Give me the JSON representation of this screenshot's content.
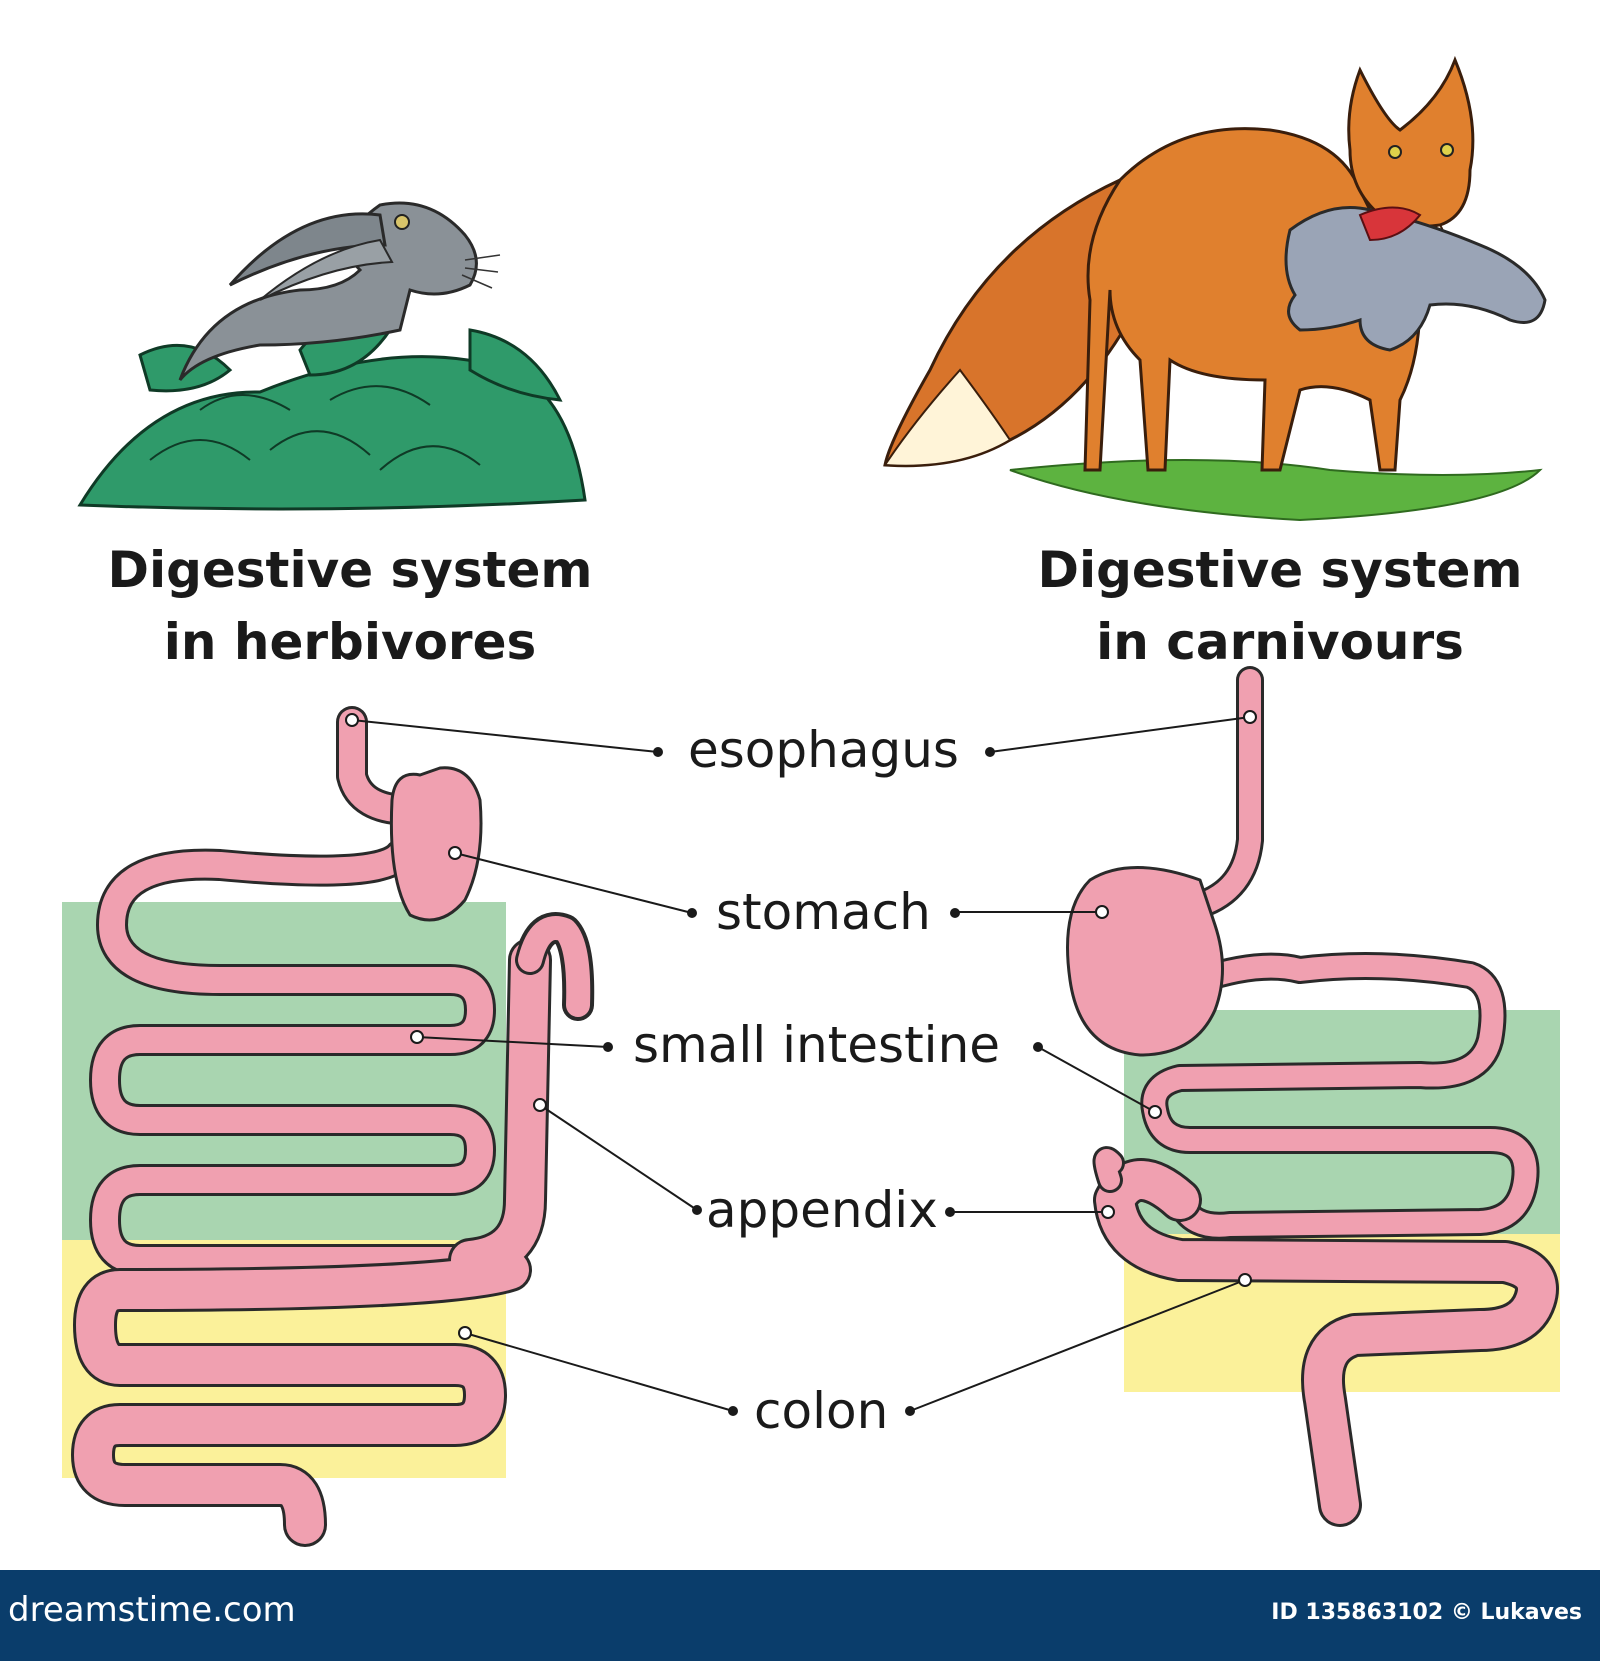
{
  "herbivore": {
    "title_line1": "Digestive system",
    "title_line2": "in herbivores"
  },
  "carnivore": {
    "title_line1": "Digestive system",
    "title_line2": "in carnivours"
  },
  "labels": {
    "esophagus": "esophagus",
    "stomach": "stomach",
    "small_intestine": "small intestine",
    "appendix": "appendix",
    "colon": "colon"
  },
  "footer": {
    "brand": "dreamstime.com",
    "id_text": "ID 135863102 © Lukaves"
  },
  "colors": {
    "intestine": "#f0a0b0",
    "small_intestine_zone": "#a9d5b0",
    "colon_zone": "#fbf19a",
    "footer": "#0a3d6b"
  },
  "illustrations": [
    "rabbit-in-grass",
    "fox-carrying-rabbit"
  ]
}
